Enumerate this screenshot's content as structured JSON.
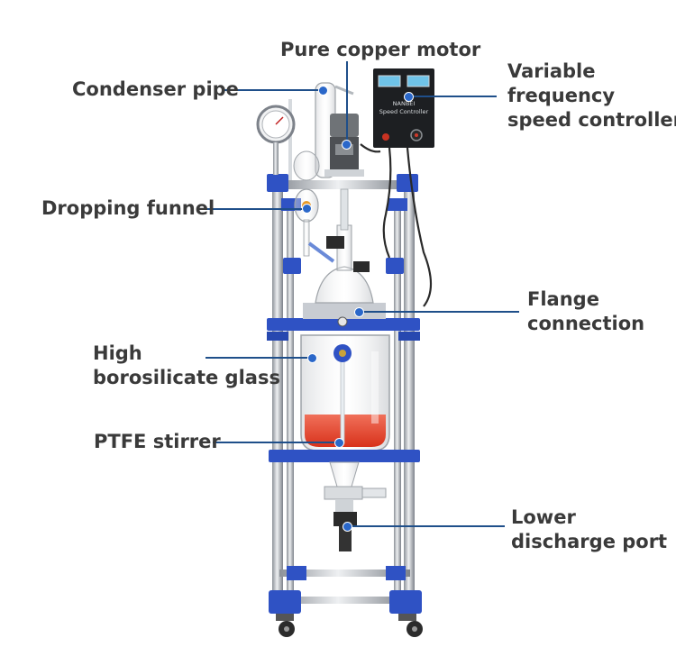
{
  "labels": {
    "condenser_pipe": "Condenser pipe",
    "pure_copper_motor": "Pure copper motor",
    "speed_controller": [
      "Variable",
      "frequency",
      "speed controller"
    ],
    "dropping_funnel": "Dropping funnel",
    "flange_connection": [
      "Flange",
      "connection"
    ],
    "borosilicate_glass": [
      "High",
      "borosilicate glass"
    ],
    "ptfe_stirrer": "PTFE stirrer",
    "discharge_port": [
      "Lower",
      "discharge port"
    ]
  },
  "controller_panel": {
    "brand": "NANBEI",
    "caption": "Speed Controller"
  },
  "colors": {
    "label_text": "#3a3a3a",
    "leader_line": "#1f4f8a",
    "callout_dot": "#2a67c9",
    "frame_blue": "#2f52c4",
    "liquid": "#e8452a"
  }
}
